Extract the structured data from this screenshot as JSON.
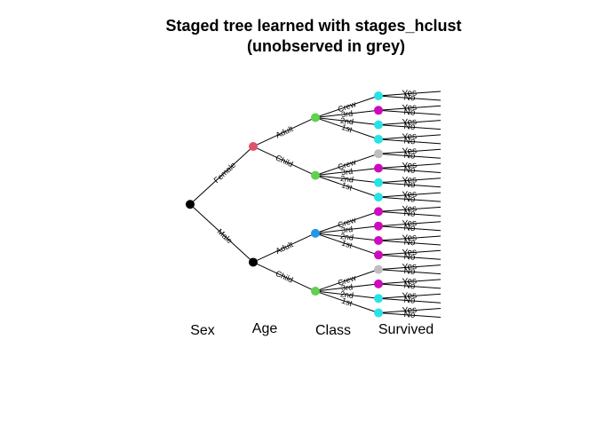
{
  "title": {
    "line1": "Staged tree learned with stages_hclust",
    "line2": "(unobserved in grey)"
  },
  "variables": [
    "Sex",
    "Age",
    "Class",
    "Survived"
  ],
  "edge_labels": {
    "sex": [
      "Female",
      "Male"
    ],
    "age": [
      "Adult",
      "Child"
    ],
    "class": [
      "Crew",
      "3rd",
      "2nd",
      "1st"
    ],
    "survived": [
      "Yes",
      "No"
    ]
  },
  "colors": {
    "black": "#000000",
    "red": "#DF536B",
    "green": "#61D04F",
    "blue": "#2297E6",
    "cyan": "#28E2E5",
    "magenta": "#CD0BBC",
    "grey": "#BEBEBE"
  },
  "node_colors": {
    "root": "black",
    "age": [
      "red",
      "black"
    ],
    "class": [
      "green",
      "green",
      "blue",
      "green"
    ],
    "survived": [
      "cyan",
      "magenta",
      "cyan",
      "cyan",
      "grey",
      "magenta",
      "cyan",
      "cyan",
      "magenta",
      "magenta",
      "magenta",
      "magenta",
      "grey",
      "magenta",
      "cyan",
      "cyan"
    ]
  }
}
